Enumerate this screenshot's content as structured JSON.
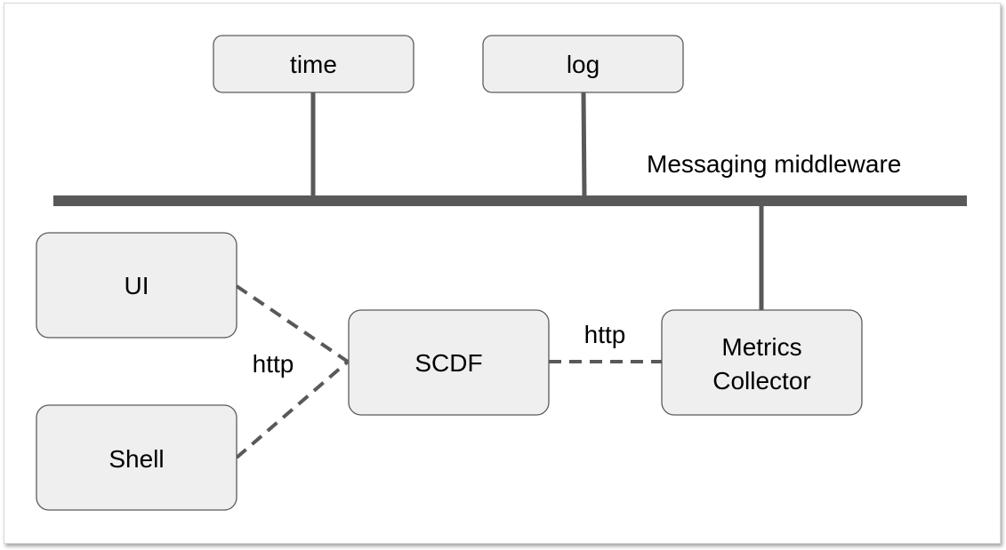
{
  "nodes": {
    "time": "time",
    "log": "log",
    "ui": "UI",
    "shell": "Shell",
    "scdf": "SCDF",
    "metrics": [
      "Metrics",
      "Collector"
    ]
  },
  "bus": {
    "label": "Messaging middleware"
  },
  "edges": {
    "client_protocol": "http",
    "metrics_protocol": "http"
  },
  "colors": {
    "node_fill": "#efefef",
    "node_border": "#5b5b5b",
    "connector": "#595959"
  }
}
